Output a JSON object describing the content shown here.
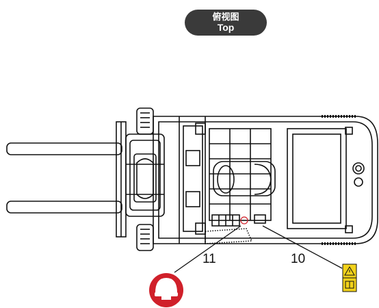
{
  "view_label": {
    "cn": "俯视图",
    "en": "Top"
  },
  "callouts": [
    {
      "number": "11",
      "symbol": "head-protection"
    },
    {
      "number": "10",
      "symbol": "warning-battery"
    }
  ],
  "colors": {
    "head_protection": "#d0202a",
    "warning_label": "#f2d21a",
    "outline": "#111111",
    "badge": "#3a3a3a"
  }
}
